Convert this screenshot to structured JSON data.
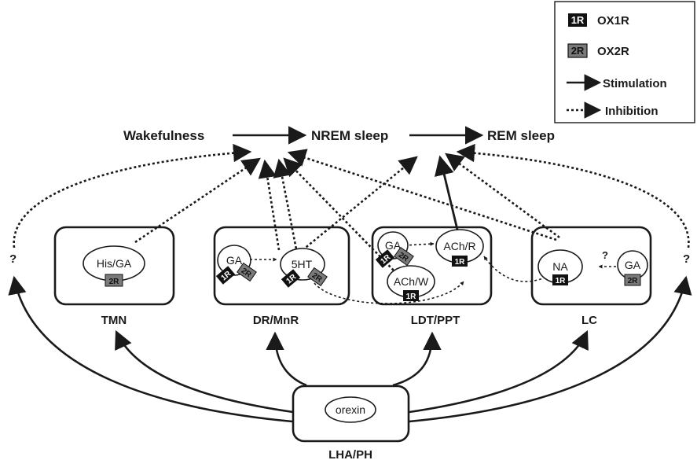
{
  "states": {
    "wake": "Wakefulness",
    "nrem": "NREM sleep",
    "rem": "REM sleep"
  },
  "legend": {
    "ox1r_badge": "1R",
    "ox1r_label": "OX1R",
    "ox2r_badge": "2R",
    "ox2r_label": "OX2R",
    "stimulation": "Stimulation",
    "inhibition": "Inhibition"
  },
  "regions": {
    "tmn": "TMN",
    "drmnr": "DR/MnR",
    "ldtppt": "LDT/PPT",
    "lc": "LC",
    "lhaph": "LHA/PH"
  },
  "nodes": {
    "his_ga": "His/GA",
    "ga": "GA",
    "fiveht": "5HT",
    "ach_r": "ACh/R",
    "ach_w": "ACh/W",
    "na": "NA",
    "orexin": "orexin"
  },
  "badges": {
    "r1": "1R",
    "r2": "2R"
  },
  "unknown_mark": "?",
  "colors": {
    "ink": "#1a1a1a",
    "ox1r": "#111111",
    "ox2r": "#7a7a7a",
    "background": "#ffffff"
  }
}
